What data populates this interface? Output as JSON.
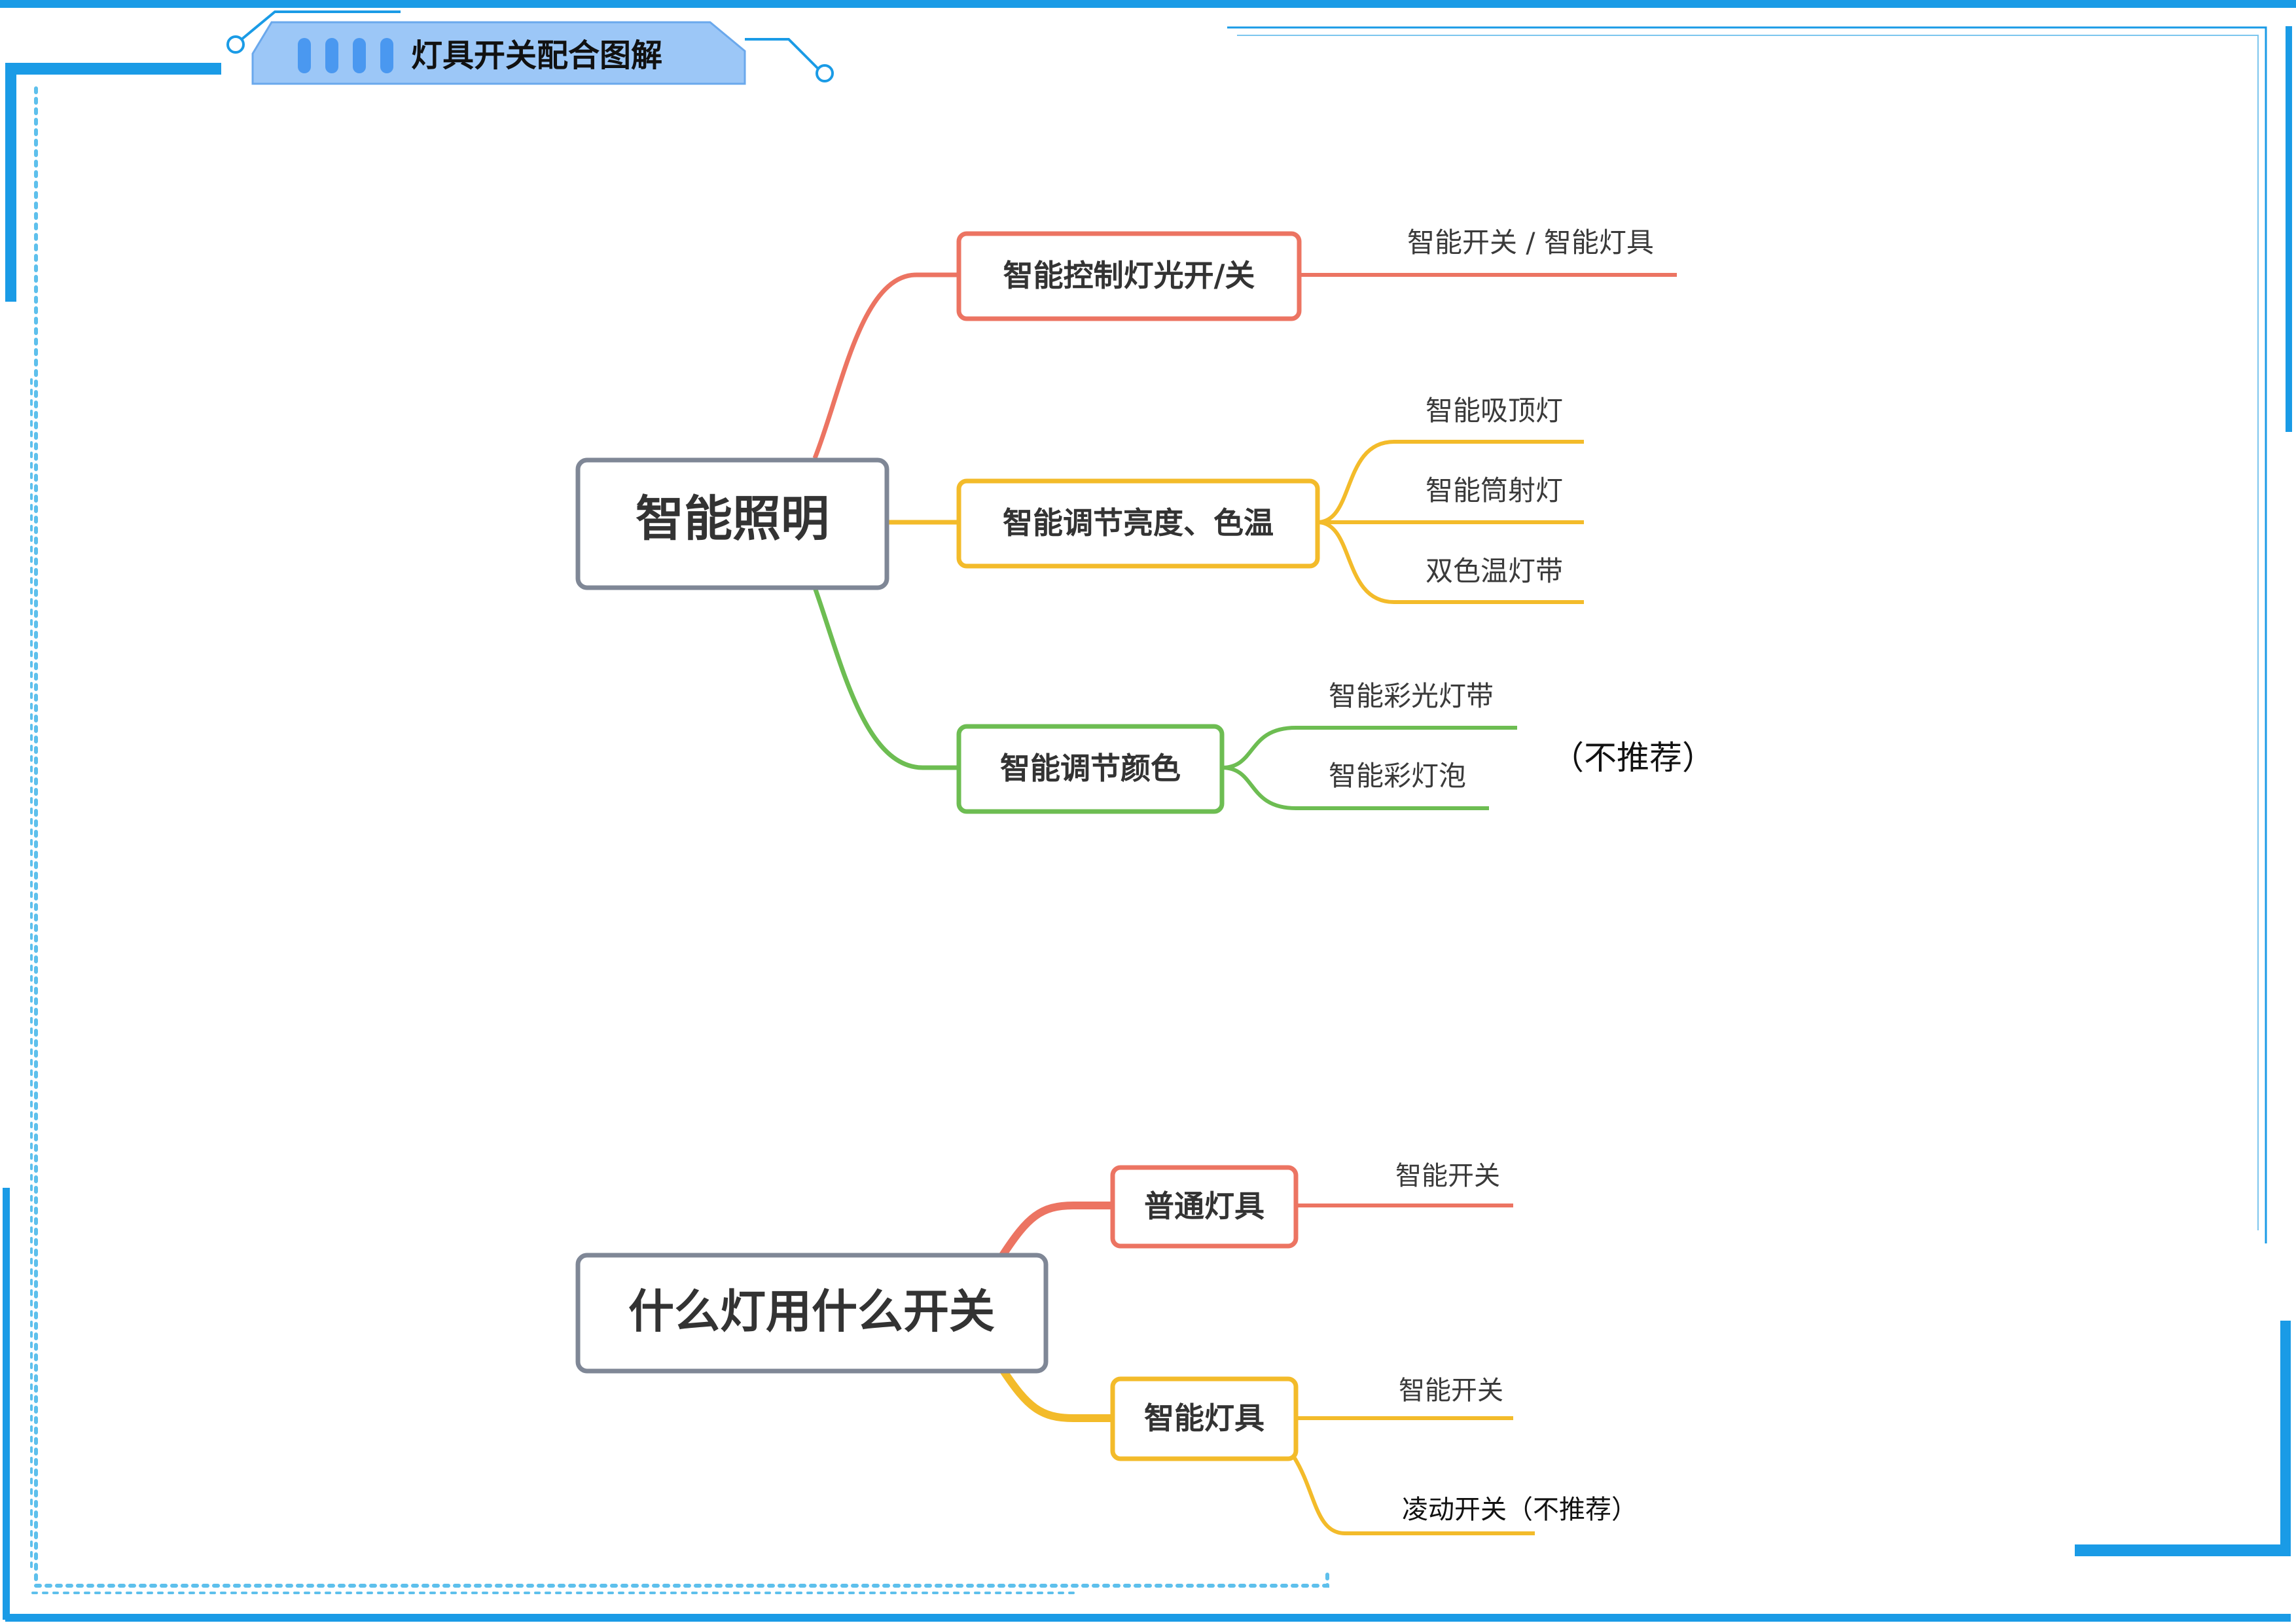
{
  "header": {
    "title": "灯具开关配合图解"
  },
  "colors": {
    "frame": "#1a9be6",
    "frame_dotted": "#5ec0ec",
    "header_tab": "#9cc7f7",
    "header_tab_border": "#6aa8ec",
    "header_bars": "#4a98f0",
    "root_border": "#7f8796",
    "red": "#ec7462",
    "yellow": "#f3bb2a",
    "green": "#6dbd52"
  },
  "mindmap_1": {
    "root": "智能照明",
    "branches": [
      {
        "label": "智能控制灯光开/关",
        "color": "red",
        "leaves": [
          "智能开关 / 智能灯具"
        ]
      },
      {
        "label": "智能调节亮度、色温",
        "color": "yellow",
        "leaves": [
          "智能吸顶灯",
          "智能筒射灯",
          "双色温灯带"
        ]
      },
      {
        "label": "智能调节颜色",
        "color": "green",
        "leaves": [
          "智能彩光灯带",
          "智能彩灯泡"
        ],
        "note": "（不推荐）"
      }
    ]
  },
  "mindmap_2": {
    "root": "什么灯用什么开关",
    "branches": [
      {
        "label": "普通灯具",
        "color": "red",
        "leaves": [
          "智能开关"
        ]
      },
      {
        "label": "智能灯具",
        "color": "yellow",
        "leaves": [
          "智能开关",
          "凌动开关（不推荐）"
        ]
      }
    ]
  }
}
